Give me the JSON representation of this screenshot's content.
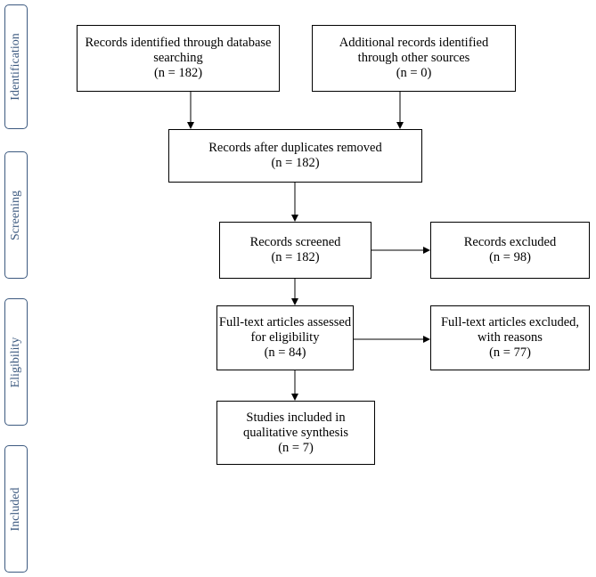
{
  "stages": {
    "identification": "Identification",
    "screening": "Screening",
    "eligibility": "Eligibility",
    "included": "Included"
  },
  "boxes": {
    "database": {
      "line1": "Records identified through database",
      "line2": "searching",
      "count": "(n = 182)"
    },
    "other_sources": {
      "line1": "Additional records identified",
      "line2": "through other sources",
      "count": "(n = 0)"
    },
    "duplicates_removed": {
      "line1": "Records after duplicates removed",
      "count": "(n = 182)"
    },
    "screened": {
      "line1": "Records screened",
      "count": "(n = 182)"
    },
    "excluded": {
      "line1": "Records excluded",
      "count": "(n = 98)"
    },
    "fulltext_assessed": {
      "line1": "Full-text articles assessed",
      "line2": "for eligibility",
      "count": "(n = 84)"
    },
    "fulltext_excluded": {
      "line1": "Full-text articles excluded,",
      "line2": "with reasons",
      "count": "(n = 77)"
    },
    "included": {
      "line1": "Studies included in",
      "line2": "qualitative synthesis",
      "count": "(n = 7)"
    }
  },
  "colors": {
    "stage_border": "#3d5a80",
    "stage_text": "#3d5a80",
    "box_border": "#000000"
  }
}
